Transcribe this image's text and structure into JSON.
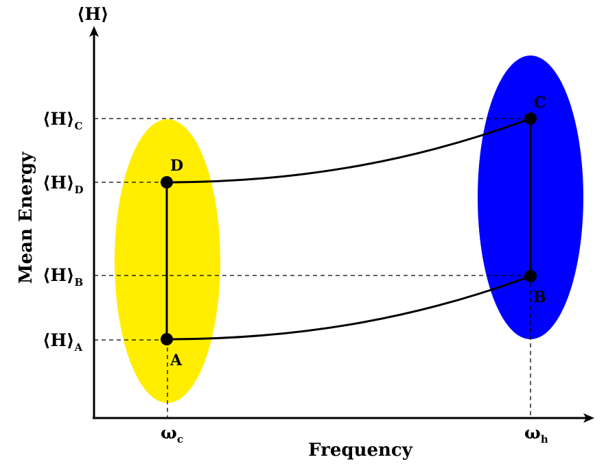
{
  "diagram": {
    "y_axis_symbol": "⟨H⟩",
    "y_axis_title": "Mean Energy",
    "x_axis_title": "Frequency",
    "x_ticks": {
      "omega_c": {
        "base": "ω",
        "sub": "c"
      },
      "omega_h": {
        "base": "ω",
        "sub": "h"
      }
    },
    "y_ticks": {
      "C": {
        "base": "⟨H⟩",
        "sub": "C"
      },
      "D": {
        "base": "⟨H⟩",
        "sub": "D"
      },
      "B": {
        "base": "⟨H⟩",
        "sub": "B"
      },
      "A": {
        "base": "⟨H⟩",
        "sub": "A"
      }
    },
    "points": {
      "A": "A",
      "B": "B",
      "C": "C",
      "D": "D"
    },
    "colors": {
      "cold_reservoir": "#ffee00",
      "hot_reservoir": "#0000ff",
      "ink": "#000000"
    }
  }
}
